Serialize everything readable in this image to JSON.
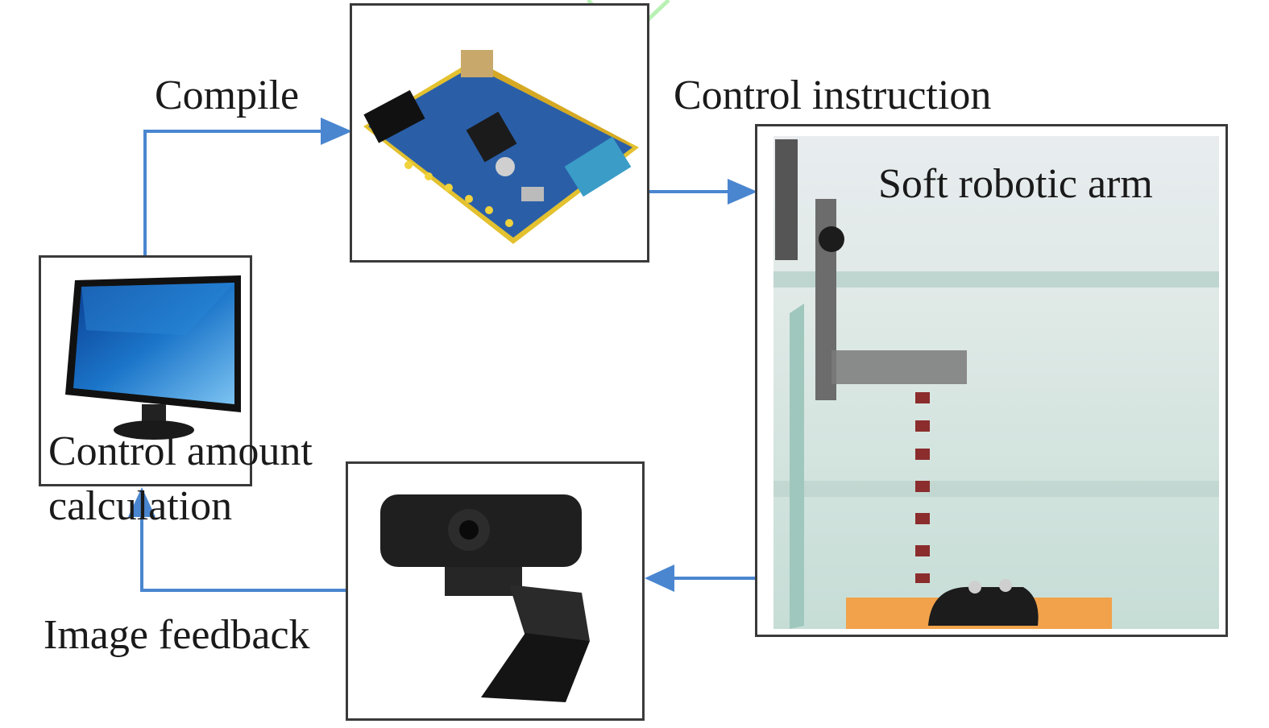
{
  "diagram": {
    "labels": {
      "compile": "Compile",
      "control_instruction": "Control instruction",
      "soft_robotic_arm": "Soft robotic arm",
      "control_amount_line1": "Control amount",
      "control_amount_line2": "calculation",
      "image_feedback": "Image feedback"
    },
    "nodes": [
      {
        "id": "computer",
        "icon": "computer-monitor-icon"
      },
      {
        "id": "controller",
        "icon": "circuit-board-icon"
      },
      {
        "id": "robot",
        "icon": "soft-robotic-arm-photo"
      },
      {
        "id": "camera",
        "icon": "webcam-icon"
      }
    ],
    "edges": [
      {
        "from": "computer",
        "to": "controller",
        "label_key": "compile"
      },
      {
        "from": "controller",
        "to": "robot",
        "label_key": "control_instruction"
      },
      {
        "from": "robot",
        "to": "camera"
      },
      {
        "from": "camera",
        "to": "computer",
        "label_key": "image_feedback"
      }
    ],
    "colors": {
      "arrow": "#4a86d0",
      "border": "#3a3a3a",
      "board": "#2a5fa8",
      "header": "#e3c12f",
      "screen": "#1b75c9",
      "water": "#cfe3de",
      "tank_base": "#f2a24a"
    }
  }
}
